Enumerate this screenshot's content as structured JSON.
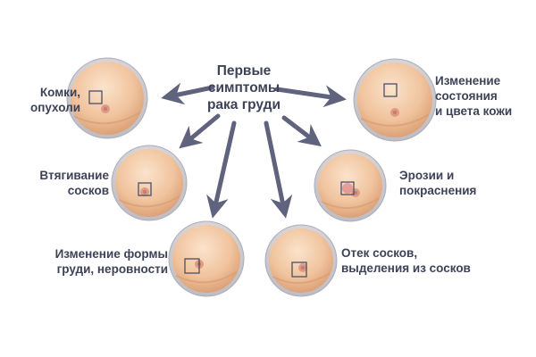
{
  "title": [
    "Первые",
    "симптомы",
    "рака груди"
  ],
  "symptoms": [
    {
      "id": "lumps",
      "lines": [
        "Комки,",
        "опухоли"
      ]
    },
    {
      "id": "skin",
      "lines": [
        "Изменение",
        "состояния",
        "и цвета кожи"
      ]
    },
    {
      "id": "retraction",
      "lines": [
        "Втягивание",
        "сосков"
      ]
    },
    {
      "id": "erosion",
      "lines": [
        "Эрозии и",
        "покраснения"
      ]
    },
    {
      "id": "shape",
      "lines": [
        "Изменение формы",
        "груди, неровности"
      ]
    },
    {
      "id": "swelling",
      "lines": [
        "Отек сосков,",
        "выделения из сосков"
      ]
    }
  ],
  "colors": {
    "text": "#3d4257",
    "arrow": "#5f637d",
    "skin": "#f2c9a4",
    "skin_shadow": "#d99d75",
    "nipple": "#c97d6a",
    "ring": "#c9c7cc",
    "box": "#4a4f66"
  }
}
